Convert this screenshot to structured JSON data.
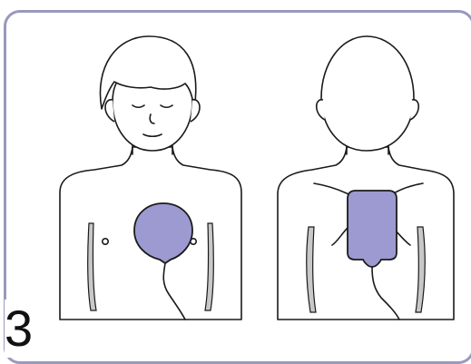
{
  "step_number": "3",
  "colors": {
    "frame_border": "#9999bd",
    "pad_fill": "#9c9ad0",
    "outline": "#1a1a1a",
    "arm_shade": "#c8c8c8"
  },
  "figures": {
    "front": "front-view-torso",
    "back": "back-view-torso"
  },
  "icons": {
    "front_pad": "round-electrode-pad",
    "back_pad": "rectangular-electrode-pad"
  }
}
